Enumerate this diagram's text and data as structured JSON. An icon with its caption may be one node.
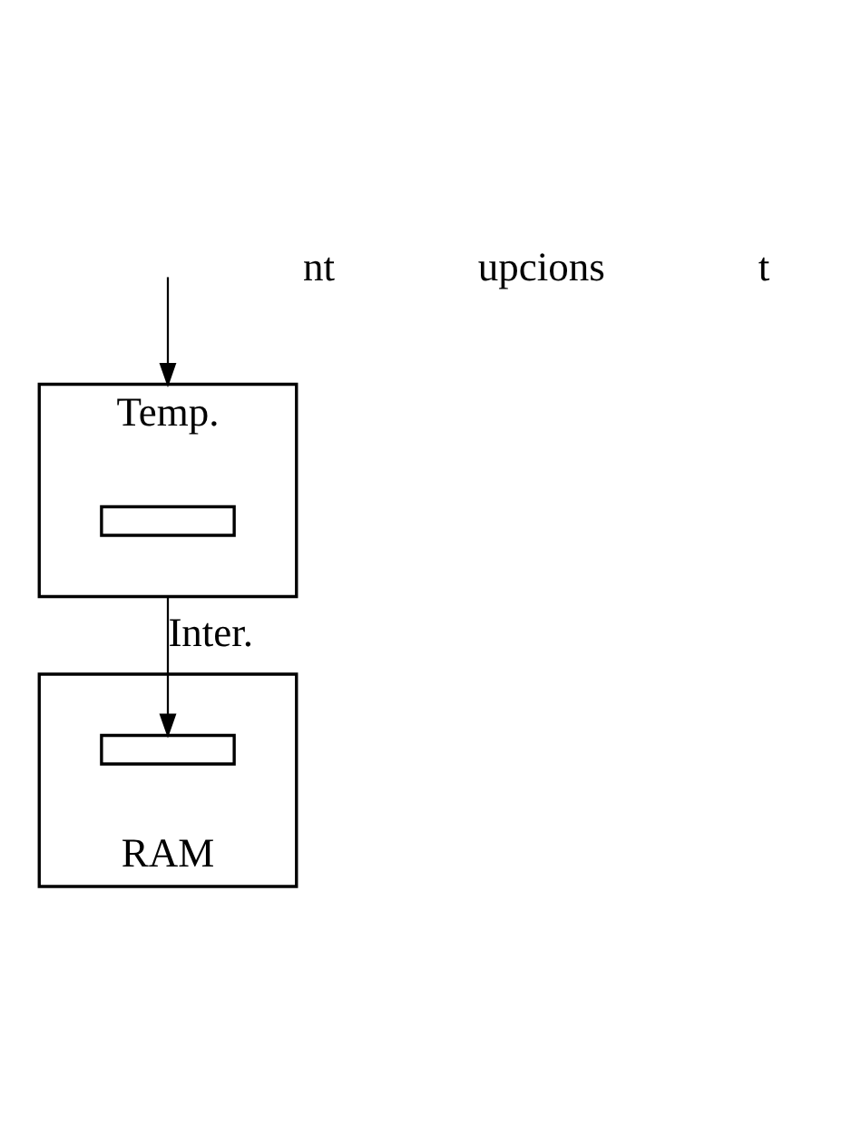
{
  "diagram": {
    "nodes": [
      {
        "text": [
          "Temp."
        ]
      },
      {
        "text": [],
        "shape": "box",
        "in": 0
      },
      {
        "text": [
          "RAM"
        ]
      },
      {
        "text": [],
        "shape": "box",
        "in": 2
      }
    ],
    "edges": [
      {
        "from": null,
        "to": 0,
        "arrow": "to"
      },
      {
        "from": 0,
        "to": 3,
        "label": "Inter.",
        "arrow": "to"
      }
    ],
    "labels": [
      "nt",
      "upcions",
      "t"
    ]
  }
}
